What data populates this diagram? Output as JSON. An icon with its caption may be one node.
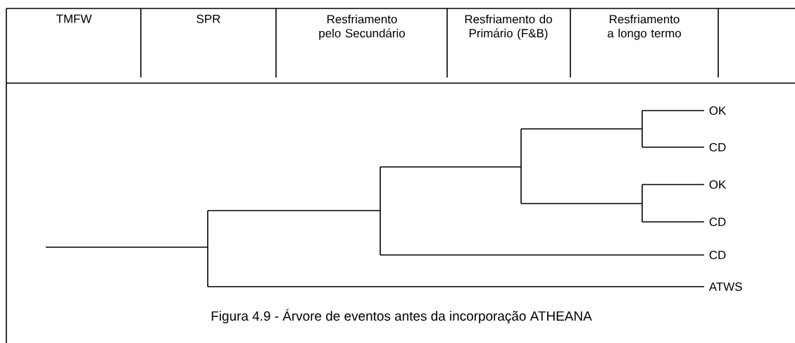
{
  "diagram": {
    "caption": "Figura 4.9 - Árvore de eventos antes da incorporação ATHEANA",
    "labels": [
      "TMFW",
      "SPR",
      "Resfriamento pelo Secundário",
      "Resfriamento do Primário (F&B)",
      "Resfriamento a longo termo",
      "OK",
      "CD",
      "OK",
      "CD",
      "CD",
      "ATWS"
    ]
  }
}
